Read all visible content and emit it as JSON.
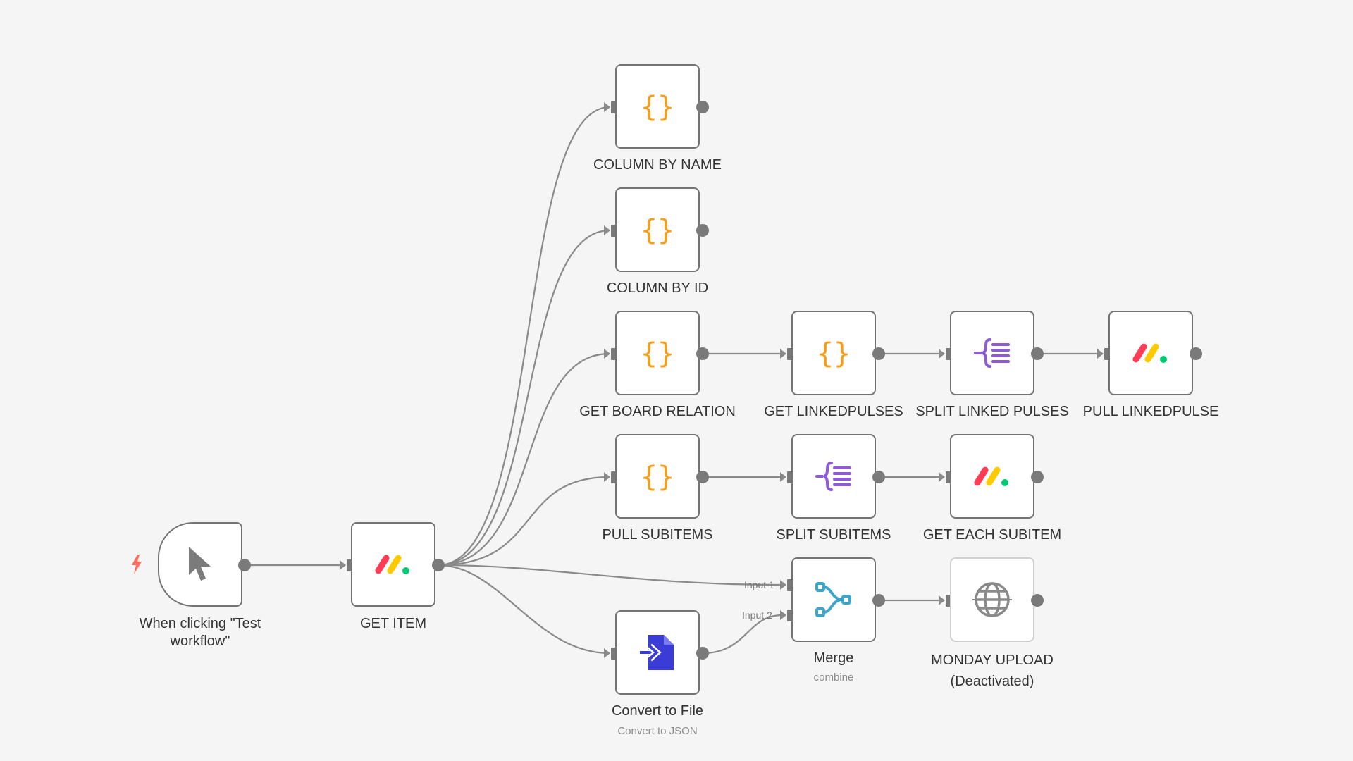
{
  "trigger_label": "When clicking \"Test workflow\"",
  "nodes": {
    "column_by_name": {
      "label": "COLUMN BY NAME",
      "icon": "curly-braces-icon"
    },
    "column_by_id": {
      "label": "COLUMN BY ID",
      "icon": "curly-braces-icon"
    },
    "get_board_relation": {
      "label": "GET BOARD RELATION",
      "icon": "curly-braces-icon"
    },
    "get_linkedpulses": {
      "label": "GET LINKEDPULSES",
      "icon": "curly-braces-icon"
    },
    "split_linked_pulses": {
      "label": "SPLIT LINKED PULSES",
      "icon": "split-out-icon"
    },
    "pull_linkedpulse": {
      "label": "PULL LINKEDPULSE",
      "icon": "monday-logo-icon"
    },
    "pull_subitems": {
      "label": "PULL SUBITEMS",
      "icon": "curly-braces-icon"
    },
    "split_subitems": {
      "label": "SPLIT SUBITEMS",
      "icon": "split-out-icon"
    },
    "get_each_subitem": {
      "label": "GET EACH SUBITEM",
      "icon": "monday-logo-icon"
    },
    "get_item": {
      "label": "GET ITEM",
      "icon": "monday-logo-icon"
    },
    "merge": {
      "label": "Merge",
      "subtitle": "combine",
      "icon": "merge-icon",
      "inputs": [
        "Input 1",
        "Input 2"
      ]
    },
    "monday_upload": {
      "label": "MONDAY UPLOAD (Deactivated)",
      "icon": "globe-icon"
    },
    "convert_to_file": {
      "label": "Convert to File",
      "subtitle": "Convert to JSON",
      "icon": "file-convert-icon"
    }
  },
  "colors": {
    "canvas": "#f5f5f5",
    "connection": "#8a8a8a",
    "node_border": "#737373",
    "code_icon": "#f59e1b",
    "split_icon": "#8e5bd6",
    "merge_icon": "#3da5c8",
    "convert_icon": "#3b3bd6",
    "trigger_bolt": "#ff6d5a",
    "monday_red": "#ff3d57",
    "monday_yellow": "#ffcb00",
    "monday_green": "#00ca72"
  }
}
